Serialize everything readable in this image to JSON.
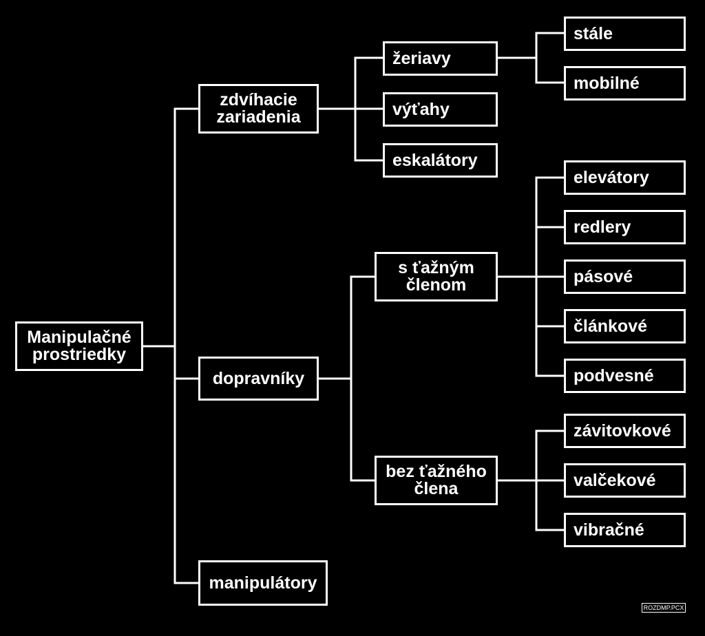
{
  "diagram": {
    "root": "Manipulačné prostriedky",
    "level1": {
      "lifting": "zdvíhacie zariadenia",
      "conveyors": "dopravníky",
      "manipulators": "manipulátory"
    },
    "lifting": {
      "cranes": "žeriavy",
      "elevators": "výťahy",
      "escalators": "eskalátory"
    },
    "cranes": {
      "fixed": "stále",
      "mobile": "mobilné"
    },
    "conveyors": {
      "with_traction": "s ťažným členom",
      "without_traction": "bez ťažného člena"
    },
    "with_traction": {
      "bucket": "elevátory",
      "redler": "redlery",
      "belt": "pásové",
      "apron": "článkové",
      "overhead": "podvesné"
    },
    "without_traction": {
      "screw": "závitovkové",
      "roller": "valčekové",
      "vibrating": "vibračné"
    }
  },
  "signature": "ROZDMP.PCX"
}
